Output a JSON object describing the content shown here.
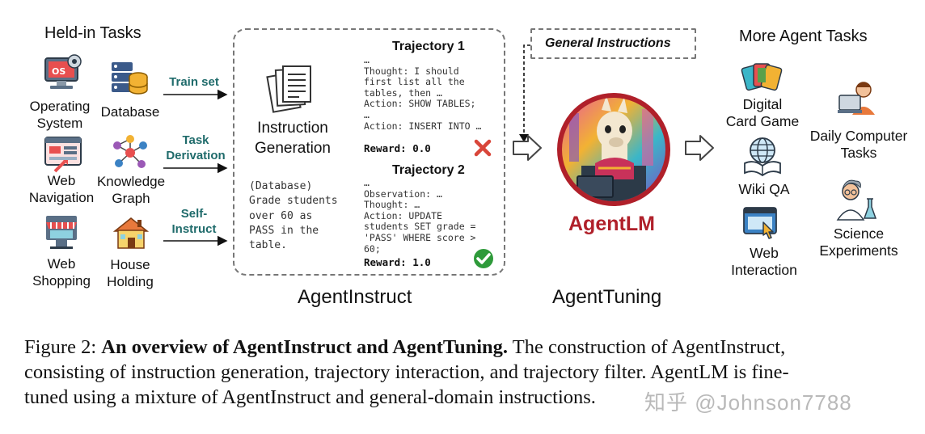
{
  "held_in": {
    "title": "Held-in Tasks",
    "items": [
      {
        "label_line1": "Operating",
        "label_line2": "System",
        "icon": "computer-os-icon"
      },
      {
        "label_line1": "Database",
        "label_line2": "",
        "icon": "database-icon"
      },
      {
        "label_line1": "Web",
        "label_line2": "Navigation",
        "icon": "web-navigation-icon"
      },
      {
        "label_line1": "Knowledge",
        "label_line2": "Graph",
        "icon": "knowledge-graph-icon"
      },
      {
        "label_line1": "Web",
        "label_line2": "Shopping",
        "icon": "shop-icon"
      },
      {
        "label_line1": "House",
        "label_line2": "Holding",
        "icon": "house-icon"
      }
    ]
  },
  "arrows": {
    "train_set": "Train set",
    "task_derivation_l1": "Task",
    "task_derivation_l2": "Derivation",
    "self_instruct_l1": "Self-",
    "self_instruct_l2": "Instruct"
  },
  "agentinstruct": {
    "instruction_generation_l1": "Instruction",
    "instruction_generation_l2": "Generation",
    "example_instruction": "(Database)\nGrade students\nover 60 as\nPASS in the\ntable.",
    "trajectory1": {
      "title": "Trajectory 1",
      "text": "…\nThought: I should\nfirst list all the\ntables, then …\nAction: SHOW TABLES;\n…\nAction: INSERT INTO …",
      "reward": "Reward: 0.0"
    },
    "trajectory2": {
      "title": "Trajectory 2",
      "text": "…\nObservation: …\nThought: …\nAction: UPDATE\nstudents SET grade =\n'PASS' WHERE score >\n60;",
      "reward": "Reward: 1.0"
    },
    "label": "AgentInstruct"
  },
  "general_instructions": "General Instructions",
  "agenttuning": {
    "model_name": "AgentLM",
    "label": "AgentTuning"
  },
  "more_tasks": {
    "title": "More Agent Tasks",
    "items": [
      {
        "label_line1": "Digital",
        "label_line2": "Card Game",
        "icon": "cards-icon"
      },
      {
        "label_line1": "Daily Computer",
        "label_line2": "Tasks",
        "icon": "person-computer-icon"
      },
      {
        "label_line1": "Wiki QA",
        "label_line2": "",
        "icon": "globe-book-icon"
      },
      {
        "label_line1": "Science",
        "label_line2": "Experiments",
        "icon": "scientist-icon"
      },
      {
        "label_line1": "Web",
        "label_line2": "Interaction",
        "icon": "web-click-icon"
      }
    ]
  },
  "caption": {
    "prefix": "Figure 2: ",
    "bold": "An overview of AgentInstruct and AgentTuning.",
    "rest1": " The construction of AgentInstruct,",
    "line2": "consisting of instruction generation, trajectory interaction, and trajectory filter.  AgentLM is fine-",
    "line3": "tuned using a mixture of AgentInstruct and general-domain instructions."
  },
  "watermark": "知乎 @Johnson7788",
  "colors": {
    "teal": "#1f6b6b",
    "crimson": "#b0202a",
    "reject_red": "#d9463a",
    "accept_green": "#2e9a3a"
  }
}
